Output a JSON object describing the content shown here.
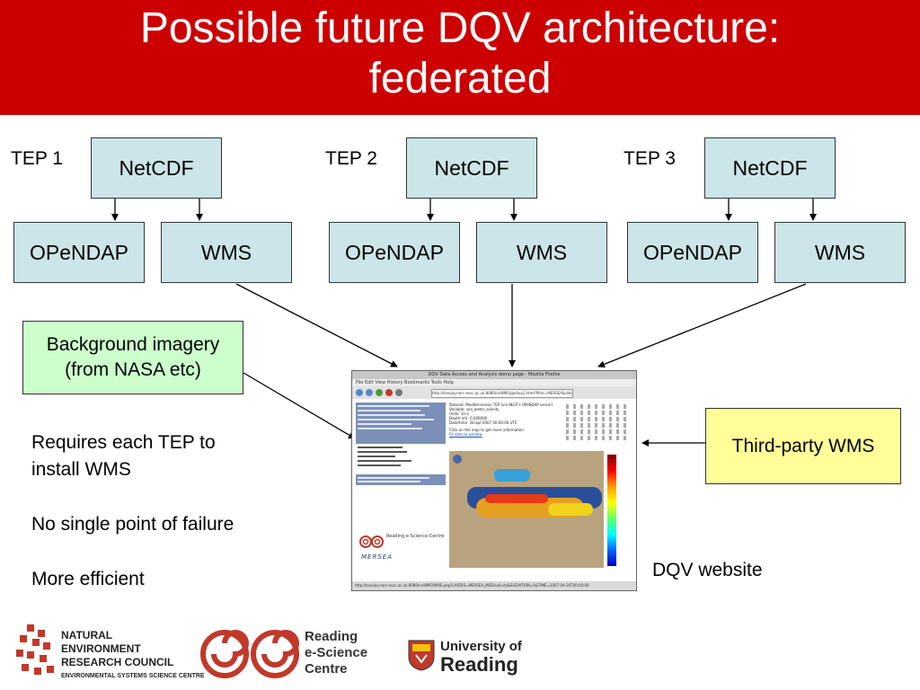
{
  "title": {
    "line1": "Possible future DQV architecture:",
    "line2": "federated"
  },
  "teps": [
    {
      "label": "TEP 1",
      "netcdf": "NetCDF",
      "opendap": "OPeNDAP",
      "wms": "WMS"
    },
    {
      "label": "TEP 2",
      "netcdf": "NetCDF",
      "opendap": "OPeNDAP",
      "wms": "WMS"
    },
    {
      "label": "TEP 3",
      "netcdf": "NetCDF",
      "opendap": "OPeNDAP",
      "wms": "WMS"
    }
  ],
  "background_box": {
    "line1": "Background imagery",
    "line2": "(from NASA etc)"
  },
  "third_party": "Third-party WMS",
  "notes": {
    "line1": "Requires each TEP to",
    "line2": "install WMS",
    "line3": "No single point of failure",
    "line4": "More efficient"
  },
  "dqv_label": "DQV website",
  "screenshot": {
    "window_title": "DQV Data Access and Analysis demo page - Mozilla Firefox",
    "menu": "File  Edit  View  History  Bookmarks  Tools  Help",
    "url": "http://lovejoy.nerc-essc.ac.uk:8080/ncWMS/godiva2.html?filter=MERSEA&dataset=",
    "info_lines": [
      "Dataset: Mediterranean TEP (via INGV's OPeNDAP server)",
      "Variable: sea_water_salinity",
      "Units: 1e-3",
      "Depth (m): 0.000000",
      "Date/time: 26-apr-2007 00:00:00 UTC",
      "Click on the map to get more information",
      "Fit data to window"
    ],
    "reading_logo": "Reading e-Science Centre",
    "mersea": "MERSEA",
    "status": "http://lovejoy.nerc-essc.ac.uk:8080/ncWMS/WMS.png?LAYERS=MERSEA_MED/salinity&ELEVATION=0&TIME=2007-04-26T00:00:00"
  },
  "footer": {
    "nerc": [
      "NATURAL",
      "ENVIRONMENT",
      "RESEARCH COUNCIL"
    ],
    "nerc_sub": "ENVIRONMENTAL SYSTEMS SCIENCE CENTRE",
    "resc": [
      "Reading",
      "e-Science",
      "Centre"
    ],
    "uor": [
      "University of",
      "Reading"
    ]
  },
  "colors": {
    "title_bg": "#cc0000",
    "box_fill": "#cce5e8",
    "background_box_fill": "#ccffcc",
    "third_party_fill": "#ffff99"
  }
}
